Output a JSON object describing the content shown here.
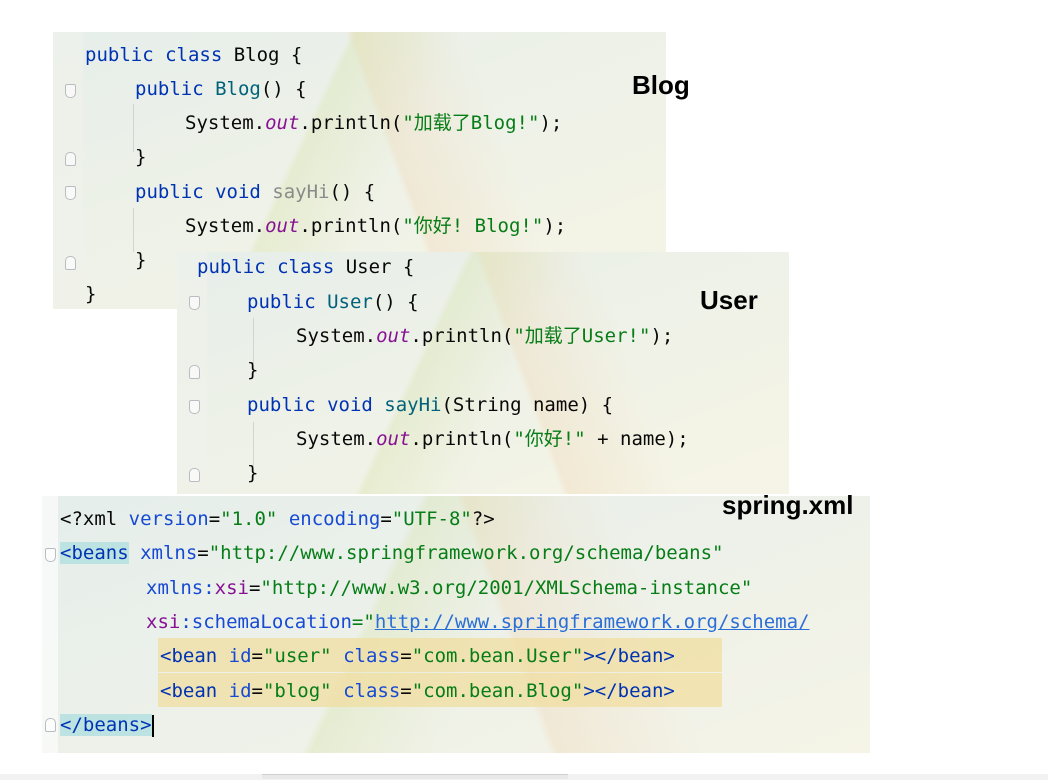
{
  "captions": {
    "blog": "Blog",
    "user": "User",
    "spring": "spring.xml"
  },
  "blog_code": {
    "l1": [
      "public class ",
      "Blog {"
    ],
    "l2": [
      "public ",
      "Blog",
      "() {"
    ],
    "l3": [
      "System.",
      "out",
      ".println(",
      "\"加载了Blog!\"",
      ");"
    ],
    "l4": "}",
    "l5": [
      "public void ",
      "sayHi",
      "() {"
    ],
    "l6": [
      "System.",
      "out",
      ".println(",
      "\"你好! Blog!\"",
      ");"
    ],
    "l7": "}",
    "l8": "}"
  },
  "user_code": {
    "l1": [
      "public class ",
      "User {"
    ],
    "l2": [
      "public ",
      "User",
      "() {"
    ],
    "l3": [
      "System.",
      "out",
      ".println(",
      "\"加载了User!\"",
      ");"
    ],
    "l4": "}",
    "l5": [
      "public void ",
      "sayHi",
      "(String name) {"
    ],
    "l6": [
      "System.",
      "out",
      ".println(",
      "\"你好!\"",
      " + name);"
    ],
    "l7": "}"
  },
  "xml_code": {
    "l1": [
      "<?xml ",
      "version",
      "=",
      "\"1.0\"",
      " encoding",
      "=",
      "\"UTF-8\"",
      "?>"
    ],
    "l2": [
      "<beans",
      " xmlns",
      "=",
      "\"http://www.springframework.org/schema/beans\""
    ],
    "l3": [
      "xmlns:",
      "xsi",
      "=",
      "\"http://www.w3.org/2001/XMLSchema-instance\""
    ],
    "l4": [
      "xsi",
      ":schemaLocation",
      "=\"",
      "http://www.springframework.org/schema/"
    ],
    "l5": [
      "<bean",
      " id",
      "=",
      "\"user\"",
      " class",
      "=",
      "\"com.bean.User\"",
      "></bean>"
    ],
    "l6": [
      "<bean",
      " id",
      "=",
      "\"blog\"",
      " class",
      "=",
      "\"com.bean.Blog\"",
      "></bean>"
    ],
    "l7": [
      "</beans",
      ">"
    ]
  }
}
